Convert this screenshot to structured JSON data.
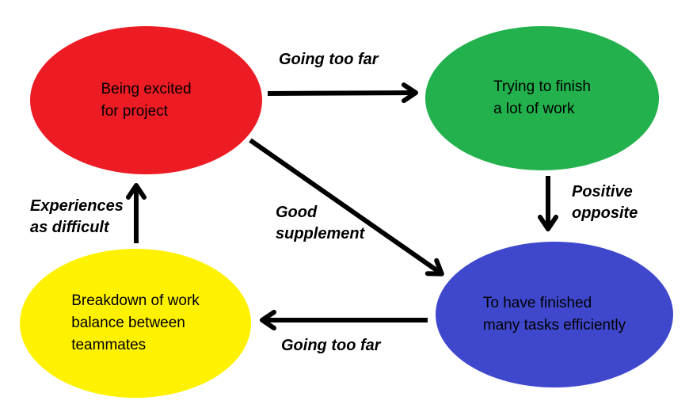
{
  "diagram": {
    "background_color": "#ffffff",
    "arrow_color": "#000000",
    "text_color": "#000000"
  },
  "nodes": [
    {
      "id": "being-excited-for-project",
      "color": "#ed1c24",
      "lines": [
        "Being excited",
        "for project"
      ]
    },
    {
      "id": "trying-to-finish-a-lot-of-work",
      "color": "#22b14c",
      "lines": [
        "Trying to finish",
        "a lot of work"
      ]
    },
    {
      "id": "to-have-finished-many-tasks",
      "color": "#3f48cc",
      "lines": [
        "To have finished",
        "many tasks efficiently"
      ]
    },
    {
      "id": "breakdown-of-work-balance",
      "color": "#fff200",
      "lines": [
        "Breakdown of work",
        "balance between",
        "teammates"
      ]
    }
  ],
  "edges": [
    {
      "from": "being-excited-for-project",
      "to": "trying-to-finish-a-lot-of-work",
      "label_lines": [
        "Going too far"
      ]
    },
    {
      "from": "trying-to-finish-a-lot-of-work",
      "to": "to-have-finished-many-tasks",
      "label_lines": [
        "Positive",
        "opposite"
      ]
    },
    {
      "from": "being-excited-for-project",
      "to": "to-have-finished-many-tasks",
      "label_lines": [
        "Good",
        "supplement"
      ]
    },
    {
      "from": "to-have-finished-many-tasks",
      "to": "breakdown-of-work-balance",
      "label_lines": [
        "Going too far"
      ]
    },
    {
      "from": "breakdown-of-work-balance",
      "to": "being-excited-for-project",
      "label_lines": [
        "Experiences",
        "as difficult"
      ]
    }
  ]
}
